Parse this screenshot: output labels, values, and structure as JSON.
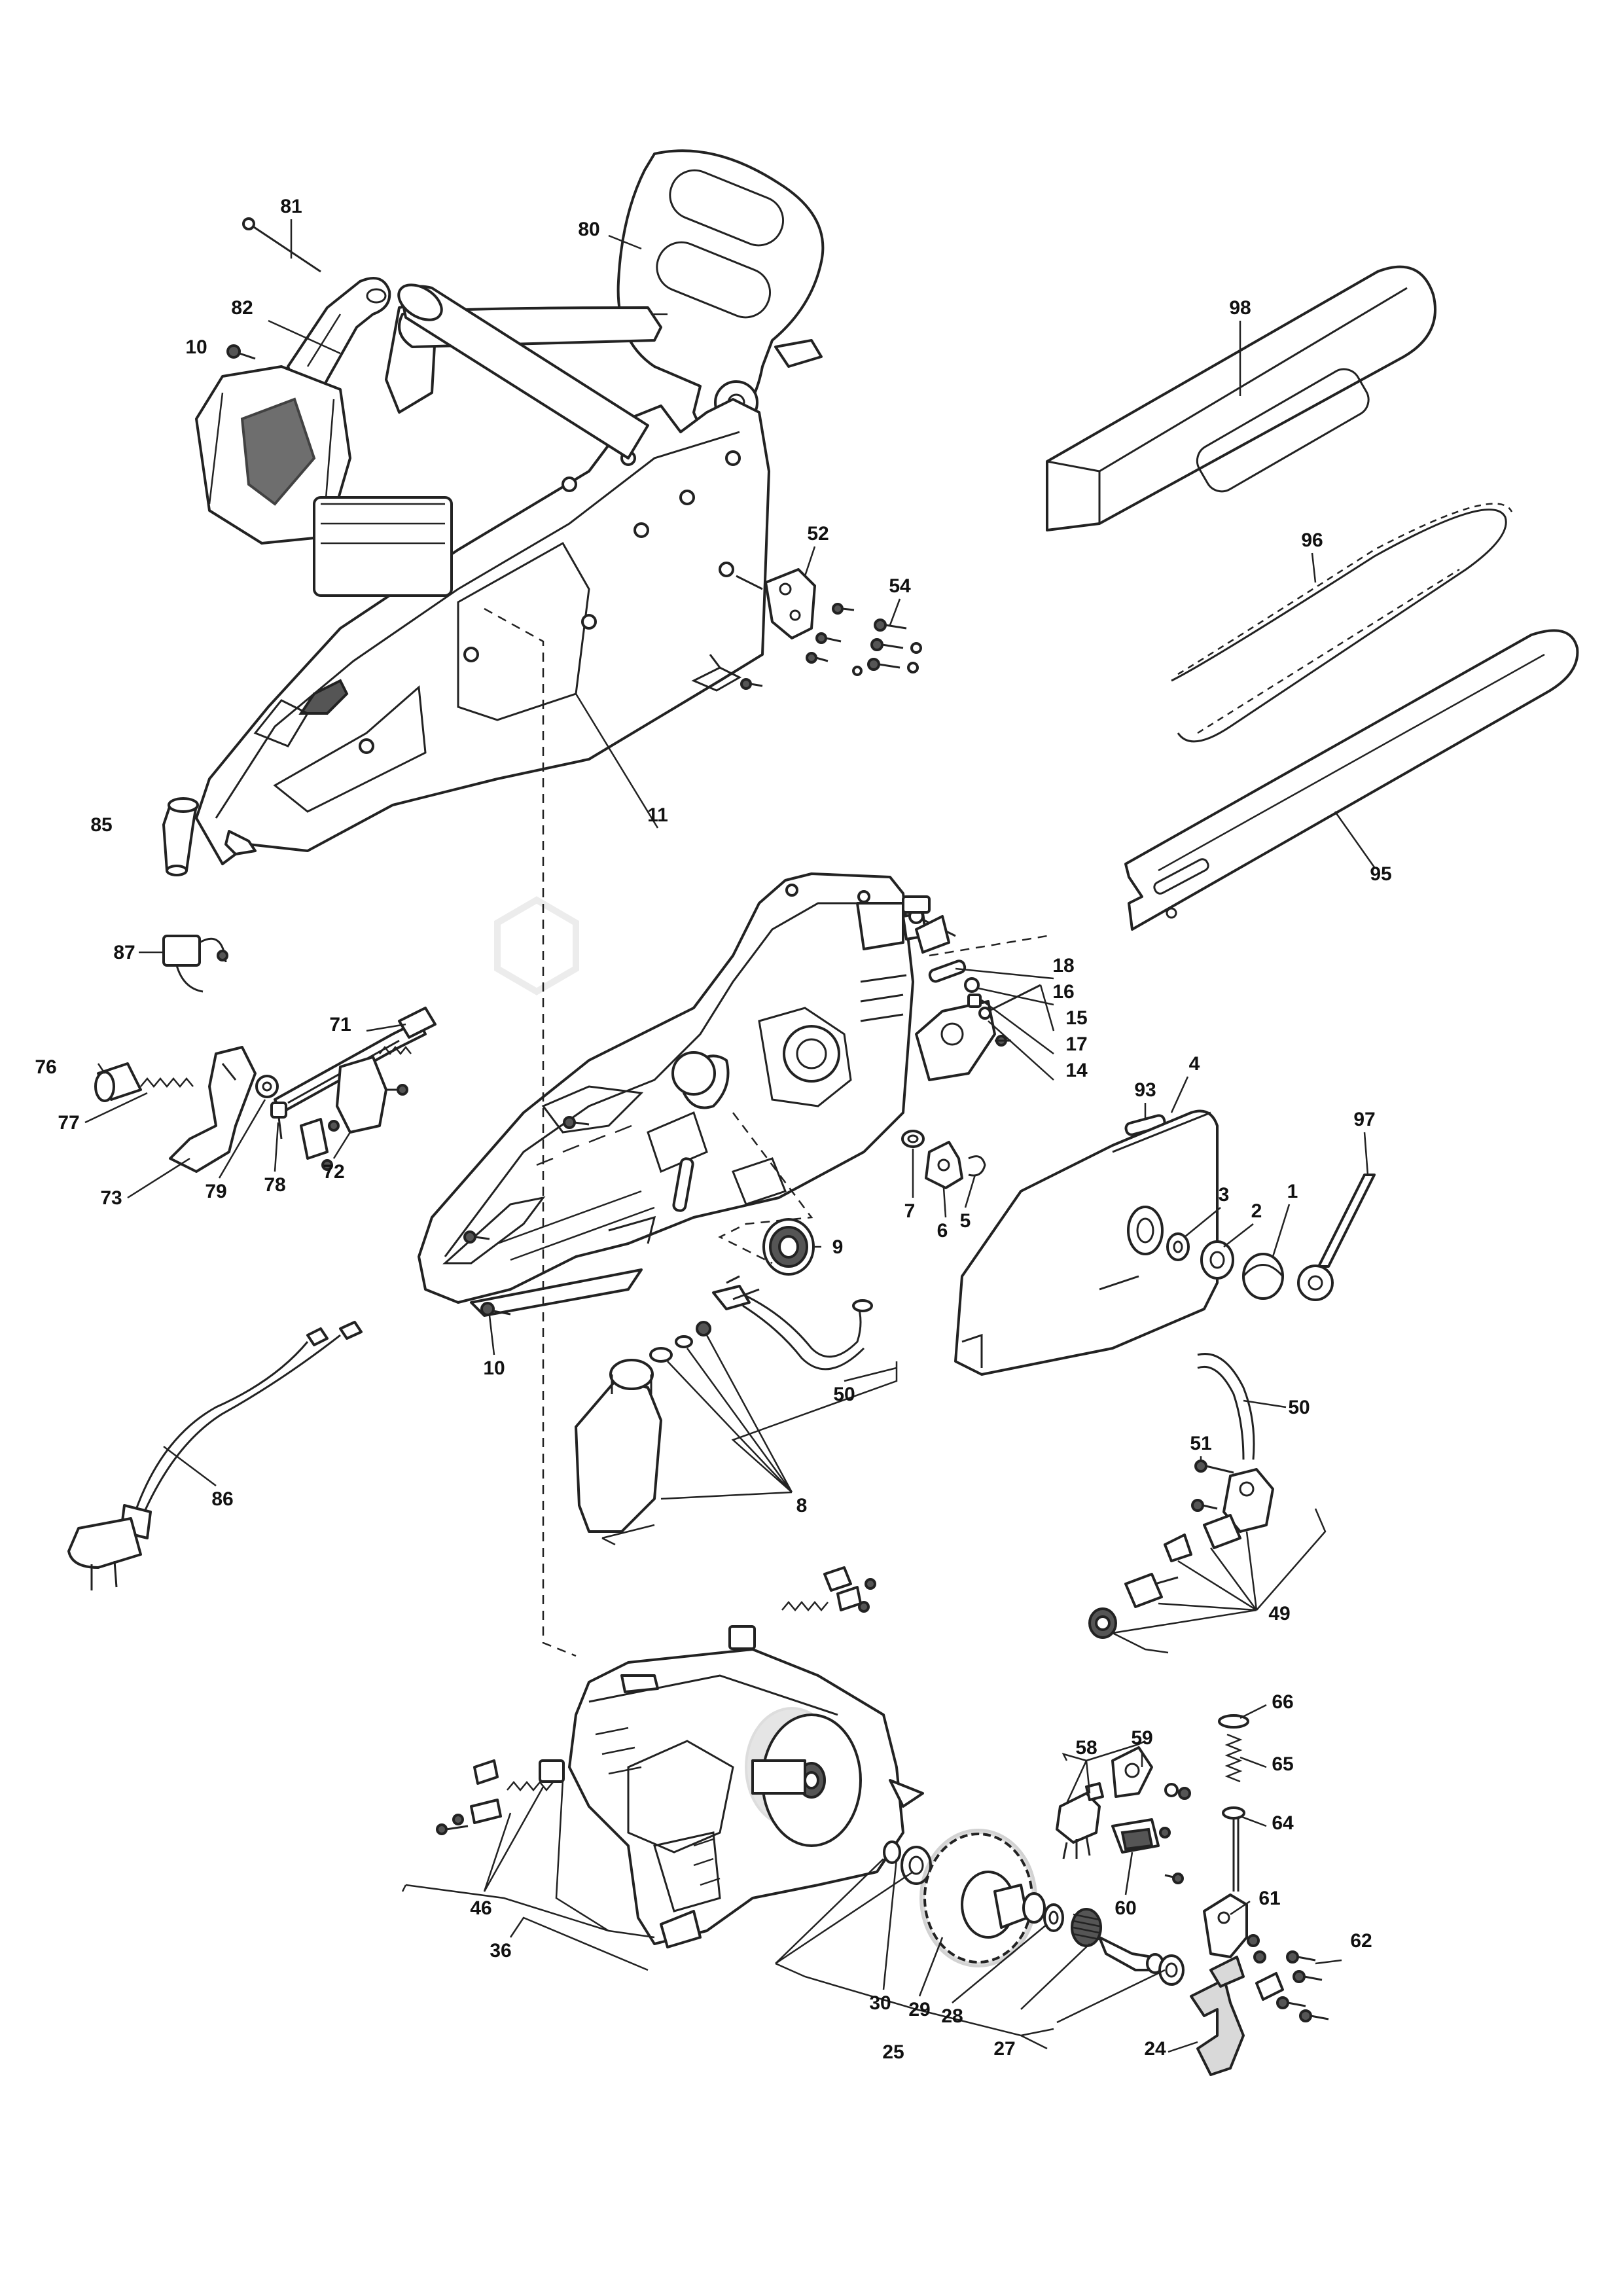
{
  "watermark": {
    "brand": "",
    "subtitle": ""
  },
  "callouts": [
    {
      "id": "c81",
      "text": "81"
    },
    {
      "id": "c82",
      "text": "82"
    },
    {
      "id": "c10a",
      "text": "10"
    },
    {
      "id": "c80",
      "text": "80"
    },
    {
      "id": "c98",
      "text": "98"
    },
    {
      "id": "c52",
      "text": "52"
    },
    {
      "id": "c54",
      "text": "54"
    },
    {
      "id": "c96",
      "text": "96"
    },
    {
      "id": "c85",
      "text": "85"
    },
    {
      "id": "c11",
      "text": "11"
    },
    {
      "id": "c95",
      "text": "95"
    },
    {
      "id": "c18",
      "text": "18"
    },
    {
      "id": "c16",
      "text": "16"
    },
    {
      "id": "c15",
      "text": "15"
    },
    {
      "id": "c17",
      "text": "17"
    },
    {
      "id": "c14",
      "text": "14"
    },
    {
      "id": "c87",
      "text": "87"
    },
    {
      "id": "c71",
      "text": "71"
    },
    {
      "id": "c76",
      "text": "76"
    },
    {
      "id": "c77",
      "text": "77"
    },
    {
      "id": "c73",
      "text": "73"
    },
    {
      "id": "c79",
      "text": "79"
    },
    {
      "id": "c78",
      "text": "78"
    },
    {
      "id": "c72",
      "text": "72"
    },
    {
      "id": "c93",
      "text": "93"
    },
    {
      "id": "c4",
      "text": "4"
    },
    {
      "id": "c97",
      "text": "97"
    },
    {
      "id": "c7",
      "text": "7"
    },
    {
      "id": "c6",
      "text": "6"
    },
    {
      "id": "c5",
      "text": "5"
    },
    {
      "id": "c3",
      "text": "3"
    },
    {
      "id": "c2",
      "text": "2"
    },
    {
      "id": "c1",
      "text": "1"
    },
    {
      "id": "c9",
      "text": "9"
    },
    {
      "id": "c10b",
      "text": "10"
    },
    {
      "id": "c50a",
      "text": "50"
    },
    {
      "id": "c50b",
      "text": "50"
    },
    {
      "id": "c86",
      "text": "86"
    },
    {
      "id": "c8",
      "text": "8"
    },
    {
      "id": "c51",
      "text": "51"
    },
    {
      "id": "c49",
      "text": "49"
    },
    {
      "id": "c58",
      "text": "58"
    },
    {
      "id": "c59",
      "text": "59"
    },
    {
      "id": "c66",
      "text": "66"
    },
    {
      "id": "c65",
      "text": "65"
    },
    {
      "id": "c64",
      "text": "64"
    },
    {
      "id": "c46",
      "text": "46"
    },
    {
      "id": "c60",
      "text": "60"
    },
    {
      "id": "c61",
      "text": "61"
    },
    {
      "id": "c62",
      "text": "62"
    },
    {
      "id": "c36",
      "text": "36"
    },
    {
      "id": "c30",
      "text": "30"
    },
    {
      "id": "c29",
      "text": "29"
    },
    {
      "id": "c28",
      "text": "28"
    },
    {
      "id": "c25",
      "text": "25"
    },
    {
      "id": "c27",
      "text": "27"
    },
    {
      "id": "c24",
      "text": "24"
    }
  ]
}
